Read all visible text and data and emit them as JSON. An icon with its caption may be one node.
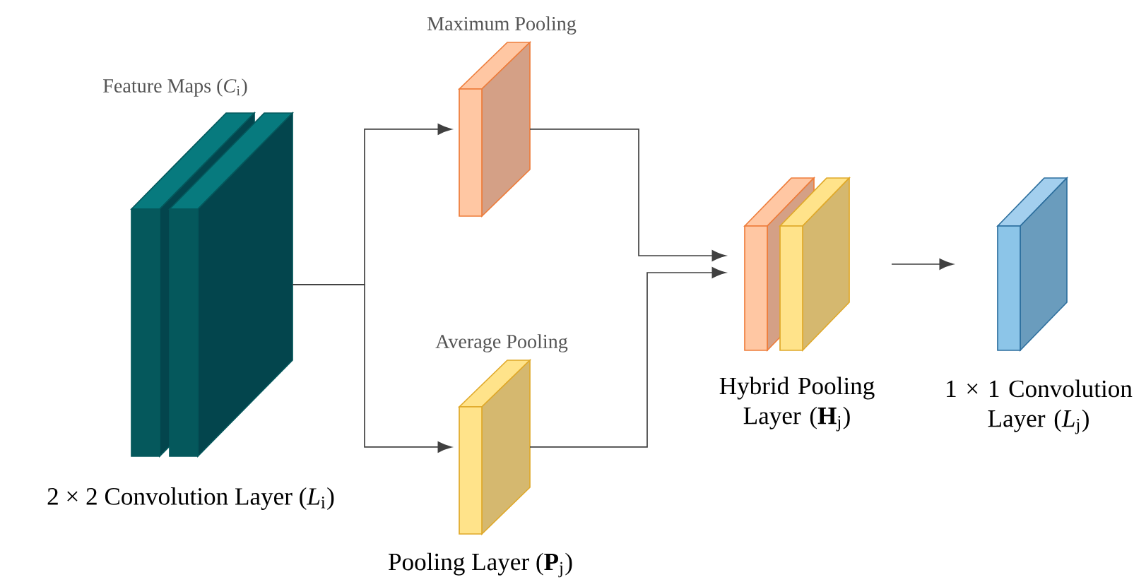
{
  "diagram": {
    "nodes": [
      {
        "text": [
          "Feature Maps (*C*$_{i}$)",
          "2 × 2 Convolution Layer (*L*$_{i}$)"
        ]
      },
      {
        "text": [
          "Maximum Pooling"
        ]
      },
      {
        "text": [
          "Average Pooling",
          "Pooling Layer (**P**$_{j}$)"
        ]
      },
      {
        "text": [
          "Hybrid Pooling Layer (**H**$_{j}$)"
        ]
      },
      {
        "text": [
          "1 × 1 Convolution Layer (*L*$_{j}$)"
        ]
      }
    ],
    "edges": [
      {
        "from": 0,
        "to": 1,
        "arrow": "to"
      },
      {
        "from": 0,
        "to": 2,
        "arrow": "to"
      },
      {
        "from": 1,
        "to": 3,
        "arrow": "to"
      },
      {
        "from": 2,
        "to": 3,
        "arrow": "to"
      },
      {
        "from": 3,
        "to": 4,
        "arrow": "to"
      }
    ]
  }
}
